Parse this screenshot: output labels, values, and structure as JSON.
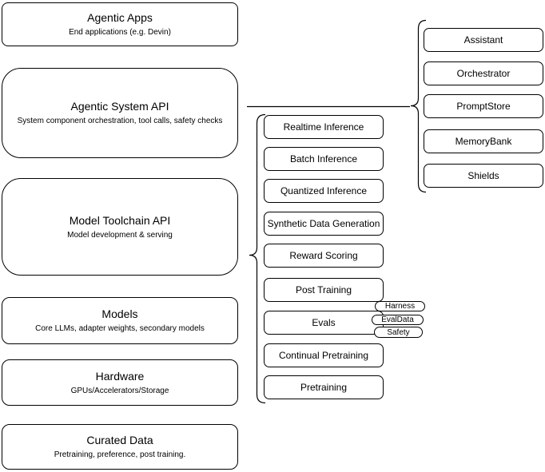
{
  "diagram": {
    "title": "Agentic system stack diagram",
    "colors": {
      "stroke": "#000000",
      "background": "#ffffff",
      "text": "#000000"
    },
    "left_stack": [
      {
        "title": "Agentic Apps",
        "subtitle": "End applications (e.g. Devin)"
      },
      {
        "title": "Agentic System API",
        "subtitle": "System component orchestration, tool calls, safety checks"
      },
      {
        "title": "Model Toolchain API",
        "subtitle": "Model development & serving"
      },
      {
        "title": "Models",
        "subtitle": "Core LLMs, adapter weights, secondary models"
      },
      {
        "title": "Hardware",
        "subtitle": "GPUs/Accelerators/Storage"
      },
      {
        "title": "Curated Data",
        "subtitle": "Pretraining, preference, post training."
      }
    ],
    "toolchain_components": [
      "Realtime Inference",
      "Batch Inference",
      "Quantized Inference",
      "Synthetic Data Generation",
      "Reward Scoring",
      "Post Training",
      "Evals",
      "Continual Pretraining",
      "Pretraining"
    ],
    "eval_badges": [
      "Harness",
      "EvalData",
      "Safety"
    ],
    "system_components": [
      "Assistant",
      "Orchestrator",
      "PromptStore",
      "MemoryBank",
      "Shields"
    ]
  }
}
